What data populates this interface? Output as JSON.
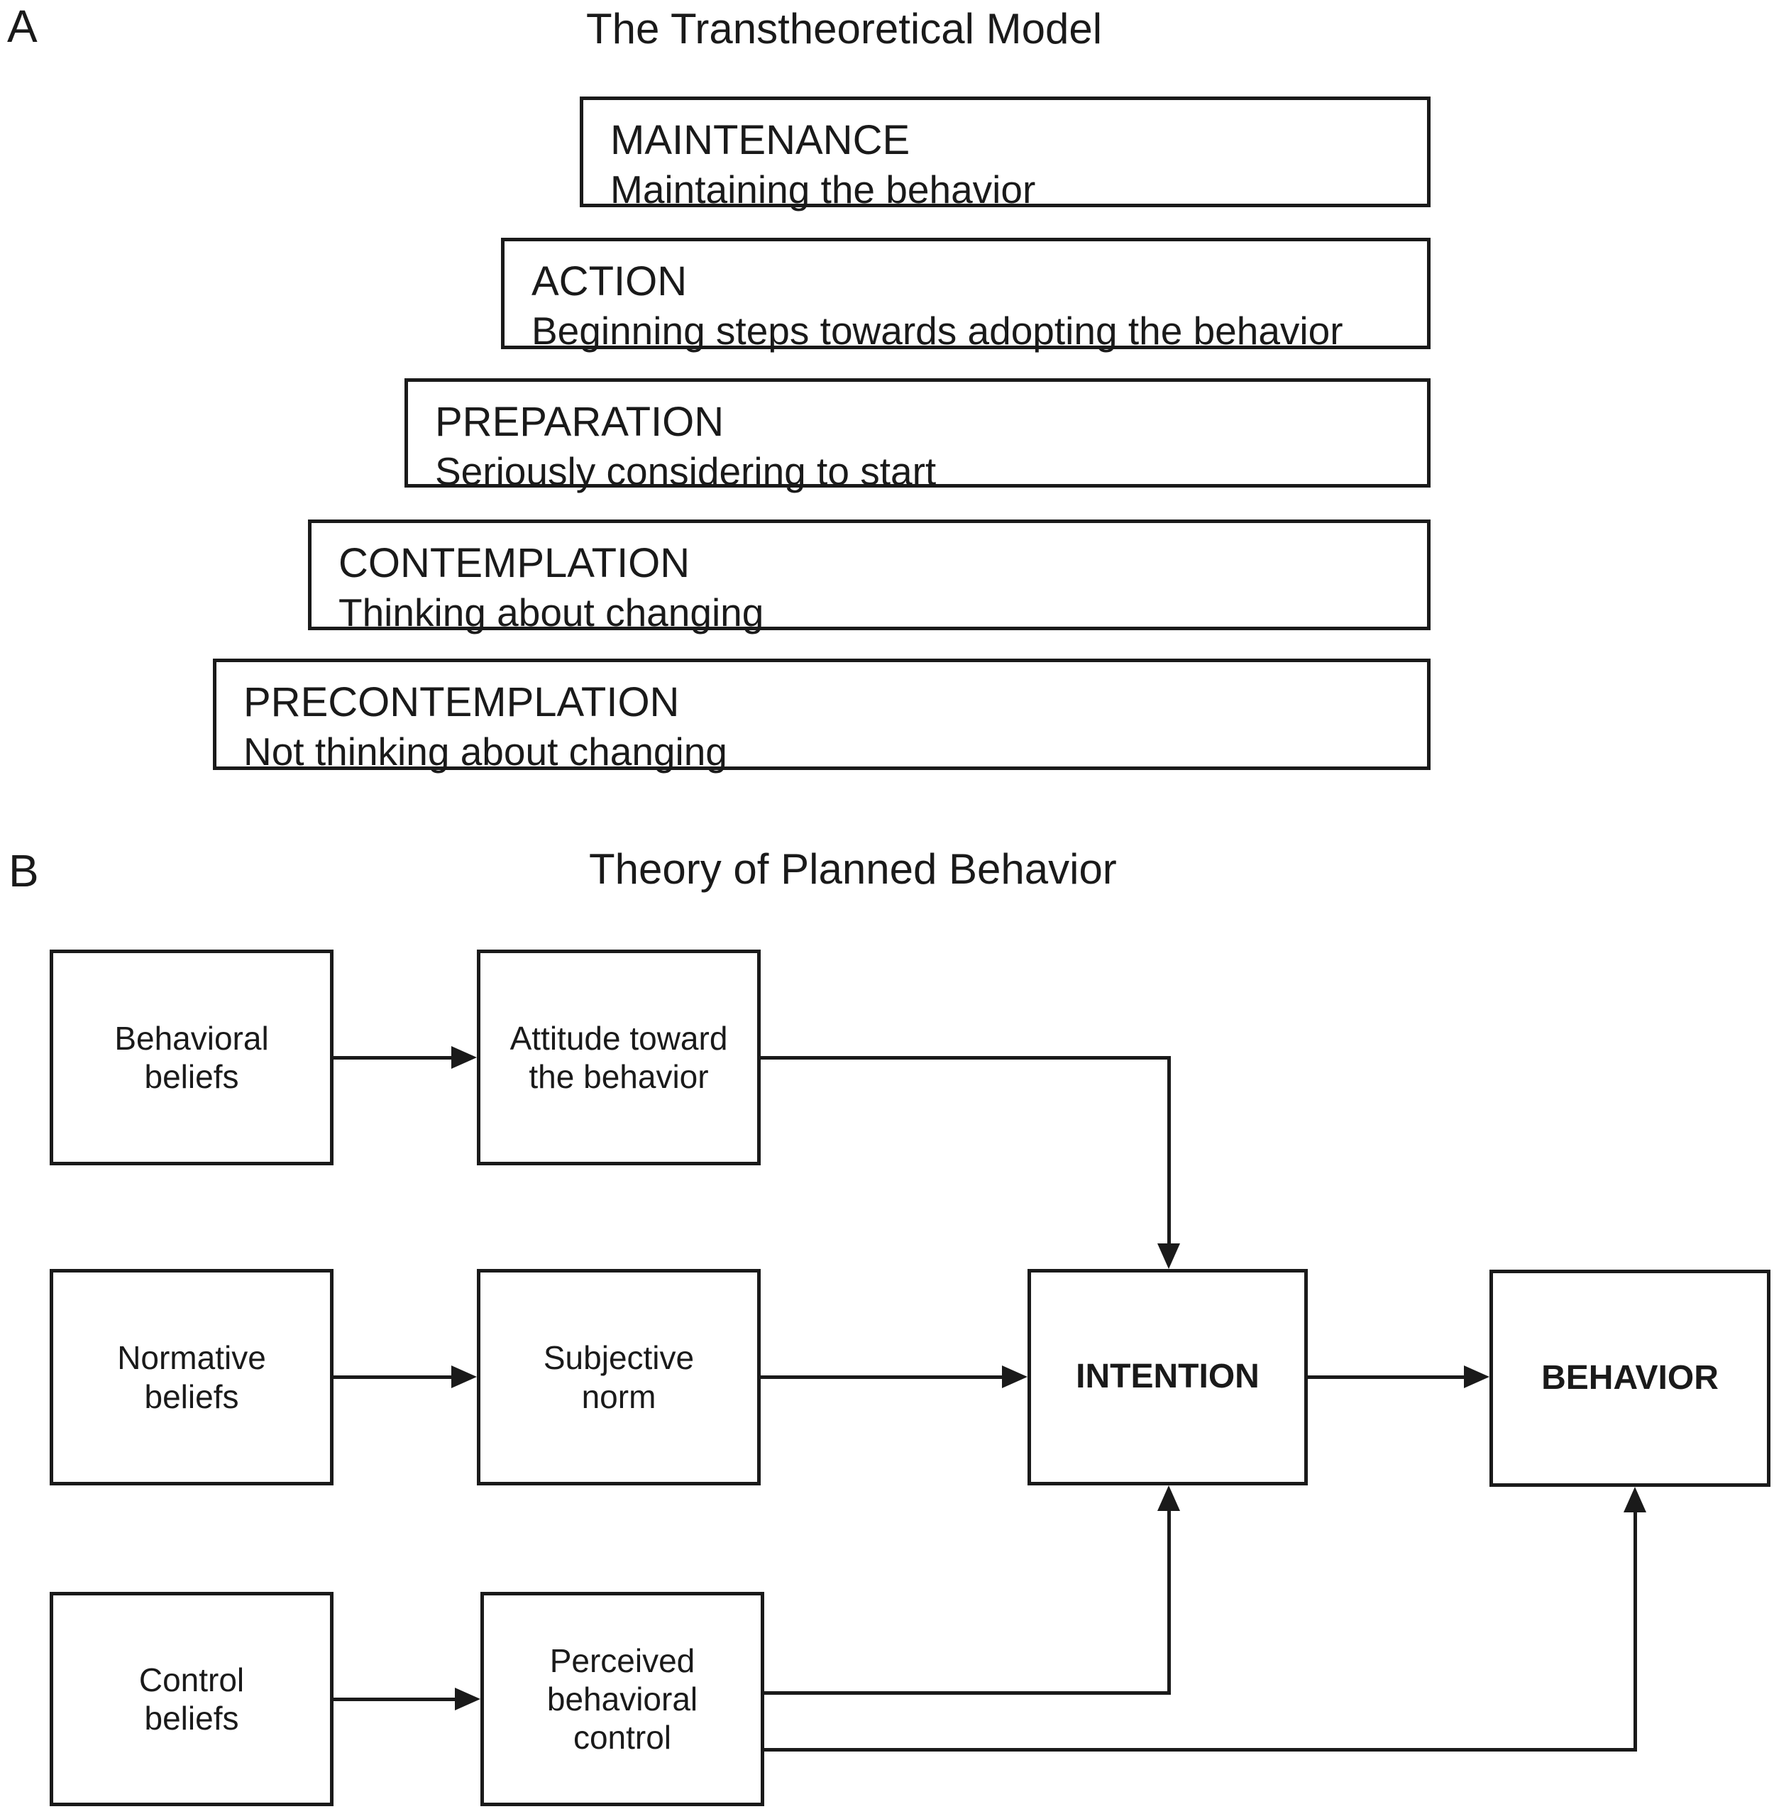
{
  "colors": {
    "ink": "#1a1a1a",
    "background": "#ffffff"
  },
  "panel_a": {
    "label": "A",
    "title": "The Transtheoretical Model",
    "stages": [
      {
        "name": "MAINTENANCE",
        "description": "Maintaining the behavior"
      },
      {
        "name": "ACTION",
        "description": "Beginning steps towards adopting the behavior"
      },
      {
        "name": "PREPARATION",
        "description": "Seriously considering to start"
      },
      {
        "name": "CONTEMPLATION",
        "description": "Thinking about changing"
      },
      {
        "name": "PRECONTEMPLATION",
        "description": "Not thinking about changing"
      }
    ]
  },
  "panel_b": {
    "label": "B",
    "title": "Theory of Planned Behavior",
    "nodes": {
      "behavioral_beliefs": "Behavioral\nbeliefs",
      "attitude": "Attitude toward\nthe behavior",
      "normative_beliefs": "Normative\nbeliefs",
      "subjective_norm": "Subjective\nnorm",
      "control_beliefs": "Control\nbeliefs",
      "perceived_behavioral_control": "Perceived\nbehavioral\ncontrol",
      "intention": "INTENTION",
      "behavior": "BEHAVIOR"
    },
    "edges": [
      "behavioral_beliefs -> attitude",
      "normative_beliefs -> subjective_norm",
      "control_beliefs -> perceived_behavioral_control",
      "attitude -> intention",
      "subjective_norm -> intention",
      "perceived_behavioral_control -> intention",
      "intention -> behavior",
      "perceived_behavioral_control -> behavior"
    ]
  }
}
